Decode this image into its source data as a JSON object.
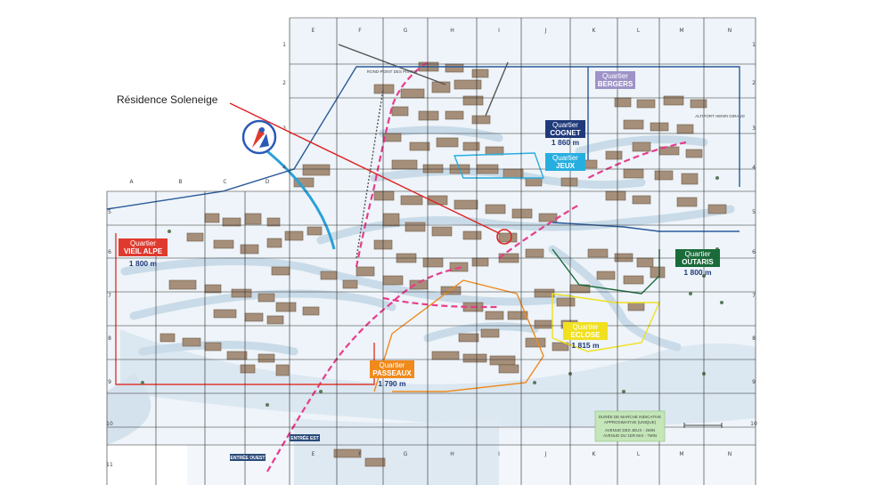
{
  "grid": {
    "columns": [
      "A",
      "B",
      "C",
      "D",
      "E",
      "F",
      "G",
      "H",
      "I",
      "J",
      "K",
      "L",
      "M",
      "N"
    ],
    "rows": [
      "1",
      "2",
      "3",
      "4",
      "5",
      "6",
      "7",
      "8",
      "9",
      "10",
      "11"
    ]
  },
  "annotation": {
    "label": "Résidence Soleneige",
    "marker_color": "#e02020"
  },
  "quarters": [
    {
      "id": "vieil-alpe",
      "title": "Quartier",
      "name": "VIEIL ALPE",
      "altitude": "1 800 m",
      "color": "#e03a2f"
    },
    {
      "id": "cognet",
      "title": "Quartier",
      "name": "COGNET",
      "altitude": "1 860 m",
      "color": "#1f3a7a"
    },
    {
      "id": "jeux",
      "title": "Quartier",
      "name": "JEUX",
      "altitude": "",
      "color": "#27aee0"
    },
    {
      "id": "bergers",
      "title": "Quartier",
      "name": "BERGERS",
      "altitude": "",
      "color": "#9e93c8"
    },
    {
      "id": "outaris",
      "title": "Quartier",
      "name": "OUTARIS",
      "altitude": "1 800 m",
      "color": "#1a6b3a"
    },
    {
      "id": "eclose",
      "title": "Quartier",
      "name": "ECLOSE",
      "altitude": "1 815 m",
      "color": "#f0e020"
    },
    {
      "id": "passeaux",
      "title": "Quartier",
      "name": "PASSEAUX",
      "altitude": "1 790 m",
      "color": "#f08a1c"
    }
  ],
  "places": {
    "rond_point": "ROND-POINT DES PISTES",
    "altiport": "ALTIPORT HENRI GIRAUD",
    "entree_est": "ENTRÉE EST",
    "entree_ouest": "ENTRÉE OUEST"
  },
  "legend_box": {
    "line1": "DURÉE DE MARCHE INDICATIVE",
    "line2": "APPROXIMATIVE (UNIQUE)",
    "line3": "AVENUE DES JEUX - 2MIN",
    "line4": "AVENUE DU 1ER MAI - 7MIN"
  },
  "colors": {
    "snow": "#eef4f9",
    "grid": "#2b2b2b",
    "ski_path": "#e83c8c",
    "lift": "#2aa0d8",
    "quarter_outline_blue": "#2a5a9a"
  }
}
